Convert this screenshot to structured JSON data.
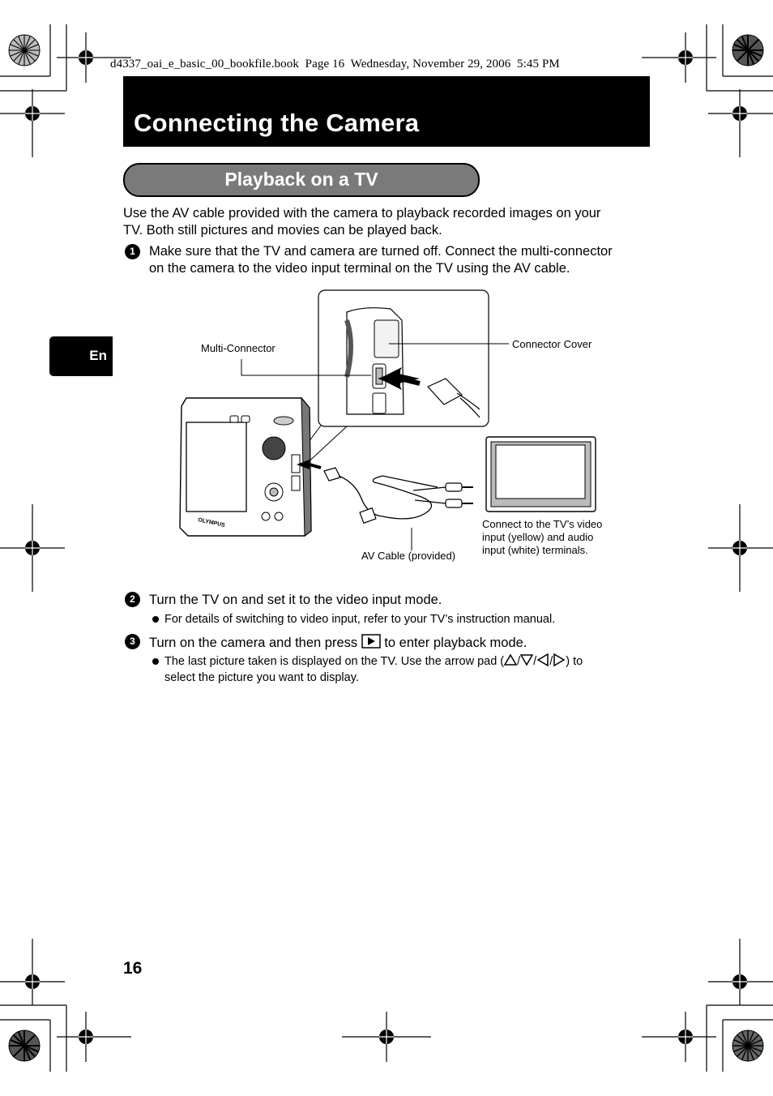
{
  "header": {
    "book_line": "d4337_oai_e_basic_00_bookfile.book  Page 16  Wednesday, November 29, 2006  5:45 PM"
  },
  "title": "Connecting the Camera",
  "section": "Playback on a TV",
  "language_tab": "En",
  "intro": [
    "Use the AV cable provided with the camera to playback recorded images on your",
    "TV. Both still pictures and movies can be played back."
  ],
  "steps": [
    {
      "number": "1",
      "lines": [
        "Make sure that the TV and camera are turned off. Connect the multi-connector",
        "on the camera to the video input terminal on the TV using the AV cable."
      ]
    },
    {
      "number": "2",
      "lines": [
        "Turn the TV on and set it to the video input mode."
      ],
      "bullet": "For details of switching to video input, refer to your TV’s instruction manual."
    },
    {
      "number": "3",
      "text_before_button": "Turn on the camera and then press",
      "text_after_button": "to enter playback mode.",
      "button_icon": "playback-button-icon",
      "bullet_line1_before": "The last picture taken is displayed on the TV. Use the arrow pad (",
      "bullet_line1_after": ") to",
      "bullet_line2": "select the picture you want to display.",
      "slash": "/"
    }
  ],
  "figure": {
    "label_multi_connector": "Multi-Connector",
    "label_connector_cover": "Connector Cover",
    "label_av_cable": "AV Cable (provided)",
    "label_tv": [
      "Connect to the TV’s video",
      "input (yellow) and audio",
      "input (white) terminals."
    ],
    "brand": "OLYMPUS"
  },
  "page_number": "16"
}
